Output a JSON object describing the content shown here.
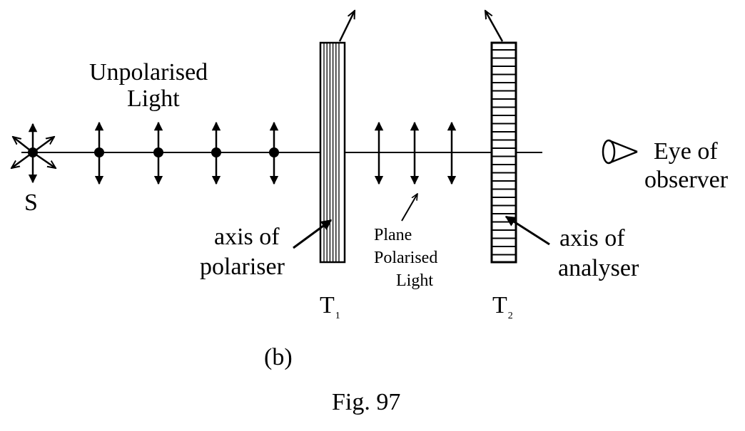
{
  "diagram": {
    "source_label": "S",
    "unpolarised_line1": "Unpolarised",
    "unpolarised_line2": "Light",
    "polariser_axis_line1": "axis of",
    "polariser_axis_line2": "polariser",
    "polariser_name": "T",
    "polariser_subscript": "1",
    "plane_line1": "Plane",
    "plane_line2": "Polarised",
    "plane_line3": "Light",
    "analyser_name": "T",
    "analyser_subscript": "2",
    "analyser_axis_line1": "axis of",
    "analyser_axis_line2": "analyser",
    "eye_line1": "Eye of",
    "eye_line2": "observer",
    "part_label": "(b)",
    "figure_label": "Fig. 97",
    "stroke_color": "#000000"
  }
}
